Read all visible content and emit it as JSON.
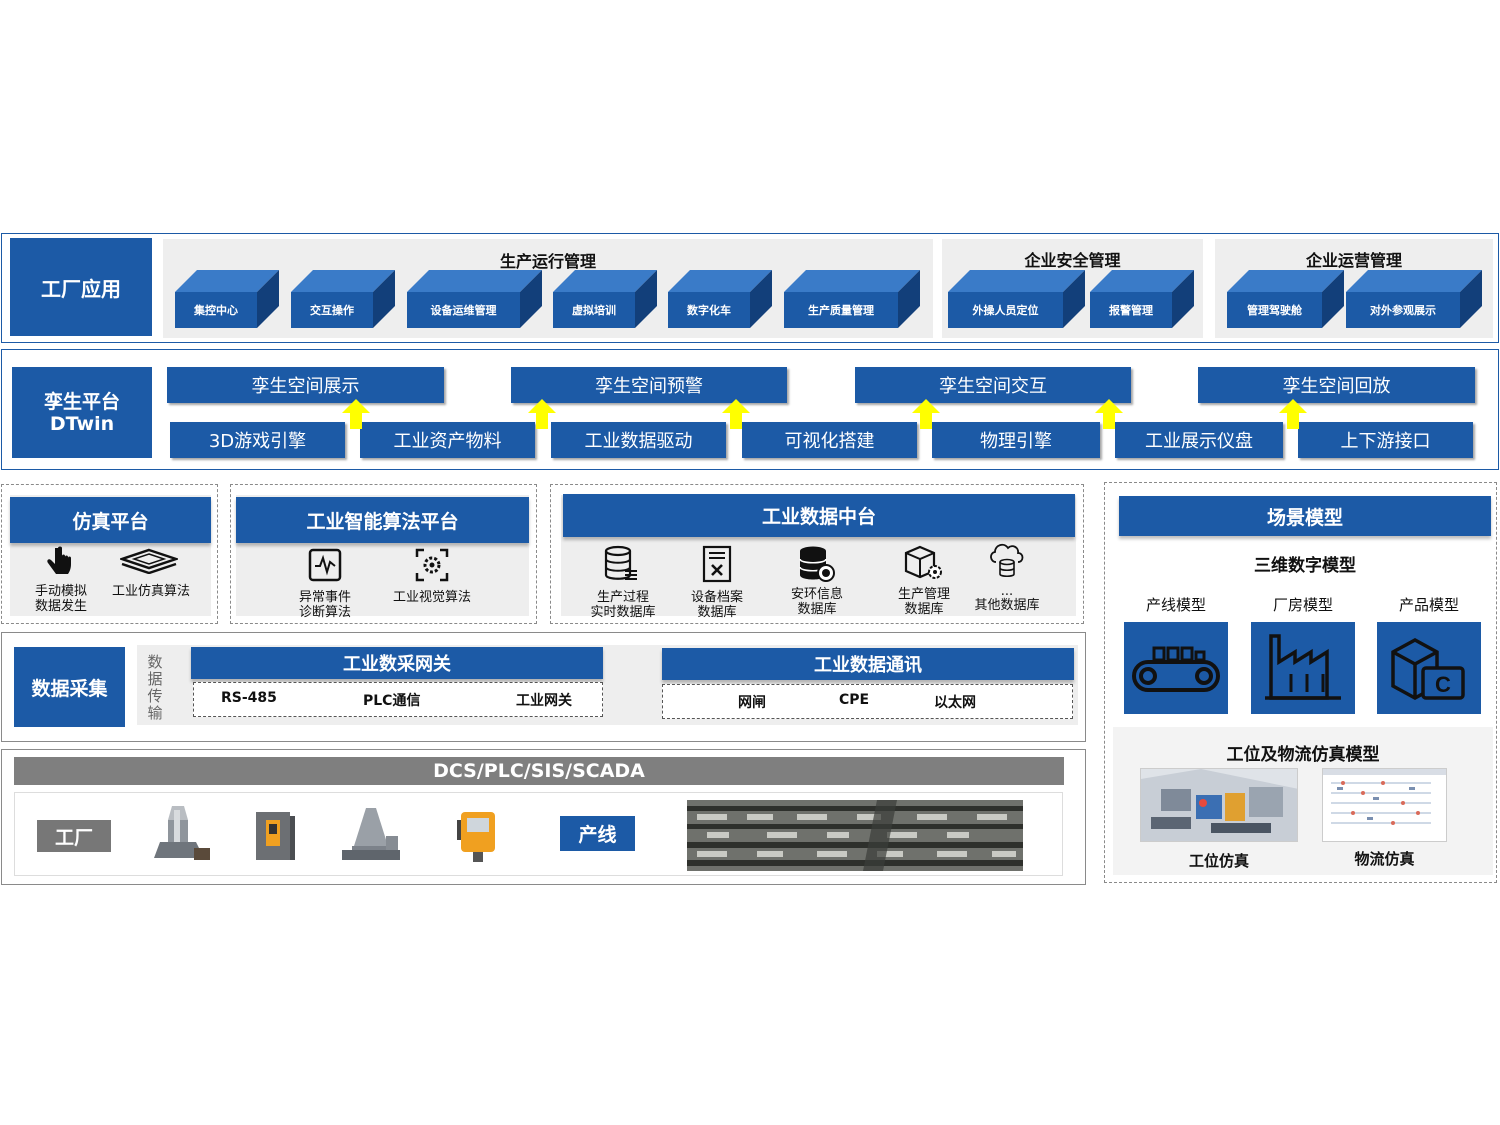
{
  "factory_app": {
    "title": "工厂应用",
    "groups": [
      {
        "title": "生产运行管理",
        "items": [
          "集控中心",
          "交互操作",
          "设备运维管理",
          "虚拟培训",
          "数字化车",
          "生产质量管理"
        ]
      },
      {
        "title": "企业安全管理",
        "items": [
          "外操人员定位",
          "报警管理"
        ]
      },
      {
        "title": "企业运营管理",
        "items": [
          "管理驾驶舱",
          "对外参观展示"
        ]
      }
    ]
  },
  "twin_platform": {
    "title_line1": "孪生平台",
    "title_line2": "DTwin",
    "upper": [
      "孪生空间展示",
      "孪生空间预警",
      "孪生空间交互",
      "孪生空间回放"
    ],
    "lower": [
      "3D游戏引擎",
      "工业资产物料",
      "工业数据驱动",
      "可视化搭建",
      "物理引擎",
      "工业展示仪盘",
      "上下游接口"
    ]
  },
  "simulation": {
    "title": "仿真平台",
    "items": [
      {
        "icon": "hand-pointer-icon",
        "line1": "手动模拟",
        "line2": "数据发生"
      },
      {
        "icon": "layers-icon",
        "line1": "工业仿真算法",
        "line2": ""
      }
    ]
  },
  "algorithm": {
    "title": "工业智能算法平台",
    "items": [
      {
        "icon": "waveform-icon",
        "line1": "异常事件",
        "line2": "诊断算法"
      },
      {
        "icon": "vision-gear-icon",
        "line1": "工业视觉算法",
        "line2": ""
      }
    ]
  },
  "data_center": {
    "title": "工业数据中台",
    "items": [
      {
        "icon": "database-list-icon",
        "line1": "生产过程",
        "line2": "实时数据库"
      },
      {
        "icon": "archive-doc-icon",
        "line1": "设备档案",
        "line2": "数据库"
      },
      {
        "icon": "database-shield-icon",
        "line1": "安环信息",
        "line2": "数据库"
      },
      {
        "icon": "box-gear-icon",
        "line1": "生产管理",
        "line2": "数据库"
      },
      {
        "icon": "cloud-database-icon",
        "line1": "...",
        "line2": "其他数据库"
      }
    ]
  },
  "scene_model": {
    "title": "场景模型",
    "subtitle": "三维数字模型",
    "models": [
      {
        "label": "产线模型",
        "icon": "conveyor-icon"
      },
      {
        "label": "厂房模型",
        "icon": "factory-icon"
      },
      {
        "label": "产品模型",
        "icon": "product-box-icon"
      }
    ],
    "sim_title": "工位及物流仿真模型",
    "sims": [
      "工位仿真",
      "物流仿真"
    ]
  },
  "acquisition": {
    "title": "数据采集",
    "vertical_label": [
      "数",
      "据",
      "传",
      "输"
    ],
    "gateway": {
      "title": "工业数采网关",
      "items": [
        "RS-485",
        "PLC通信",
        "工业网关"
      ]
    },
    "comm": {
      "title": "工业数据通讯",
      "items": [
        "网闸",
        "CPE",
        "以太网"
      ]
    }
  },
  "field": {
    "title": "DCS/PLC/SIS/SCADA",
    "factory_label": "工厂",
    "line_label": "产线",
    "equipment": [
      "mill-equipment-icon",
      "cabinet-equipment-icon",
      "silo-equipment-icon",
      "meter-equipment-icon"
    ]
  },
  "colors": {
    "brand_blue": "#1c5aa6",
    "arrow_yellow": "#ffff00",
    "gray_bar": "#7f7f7f"
  }
}
